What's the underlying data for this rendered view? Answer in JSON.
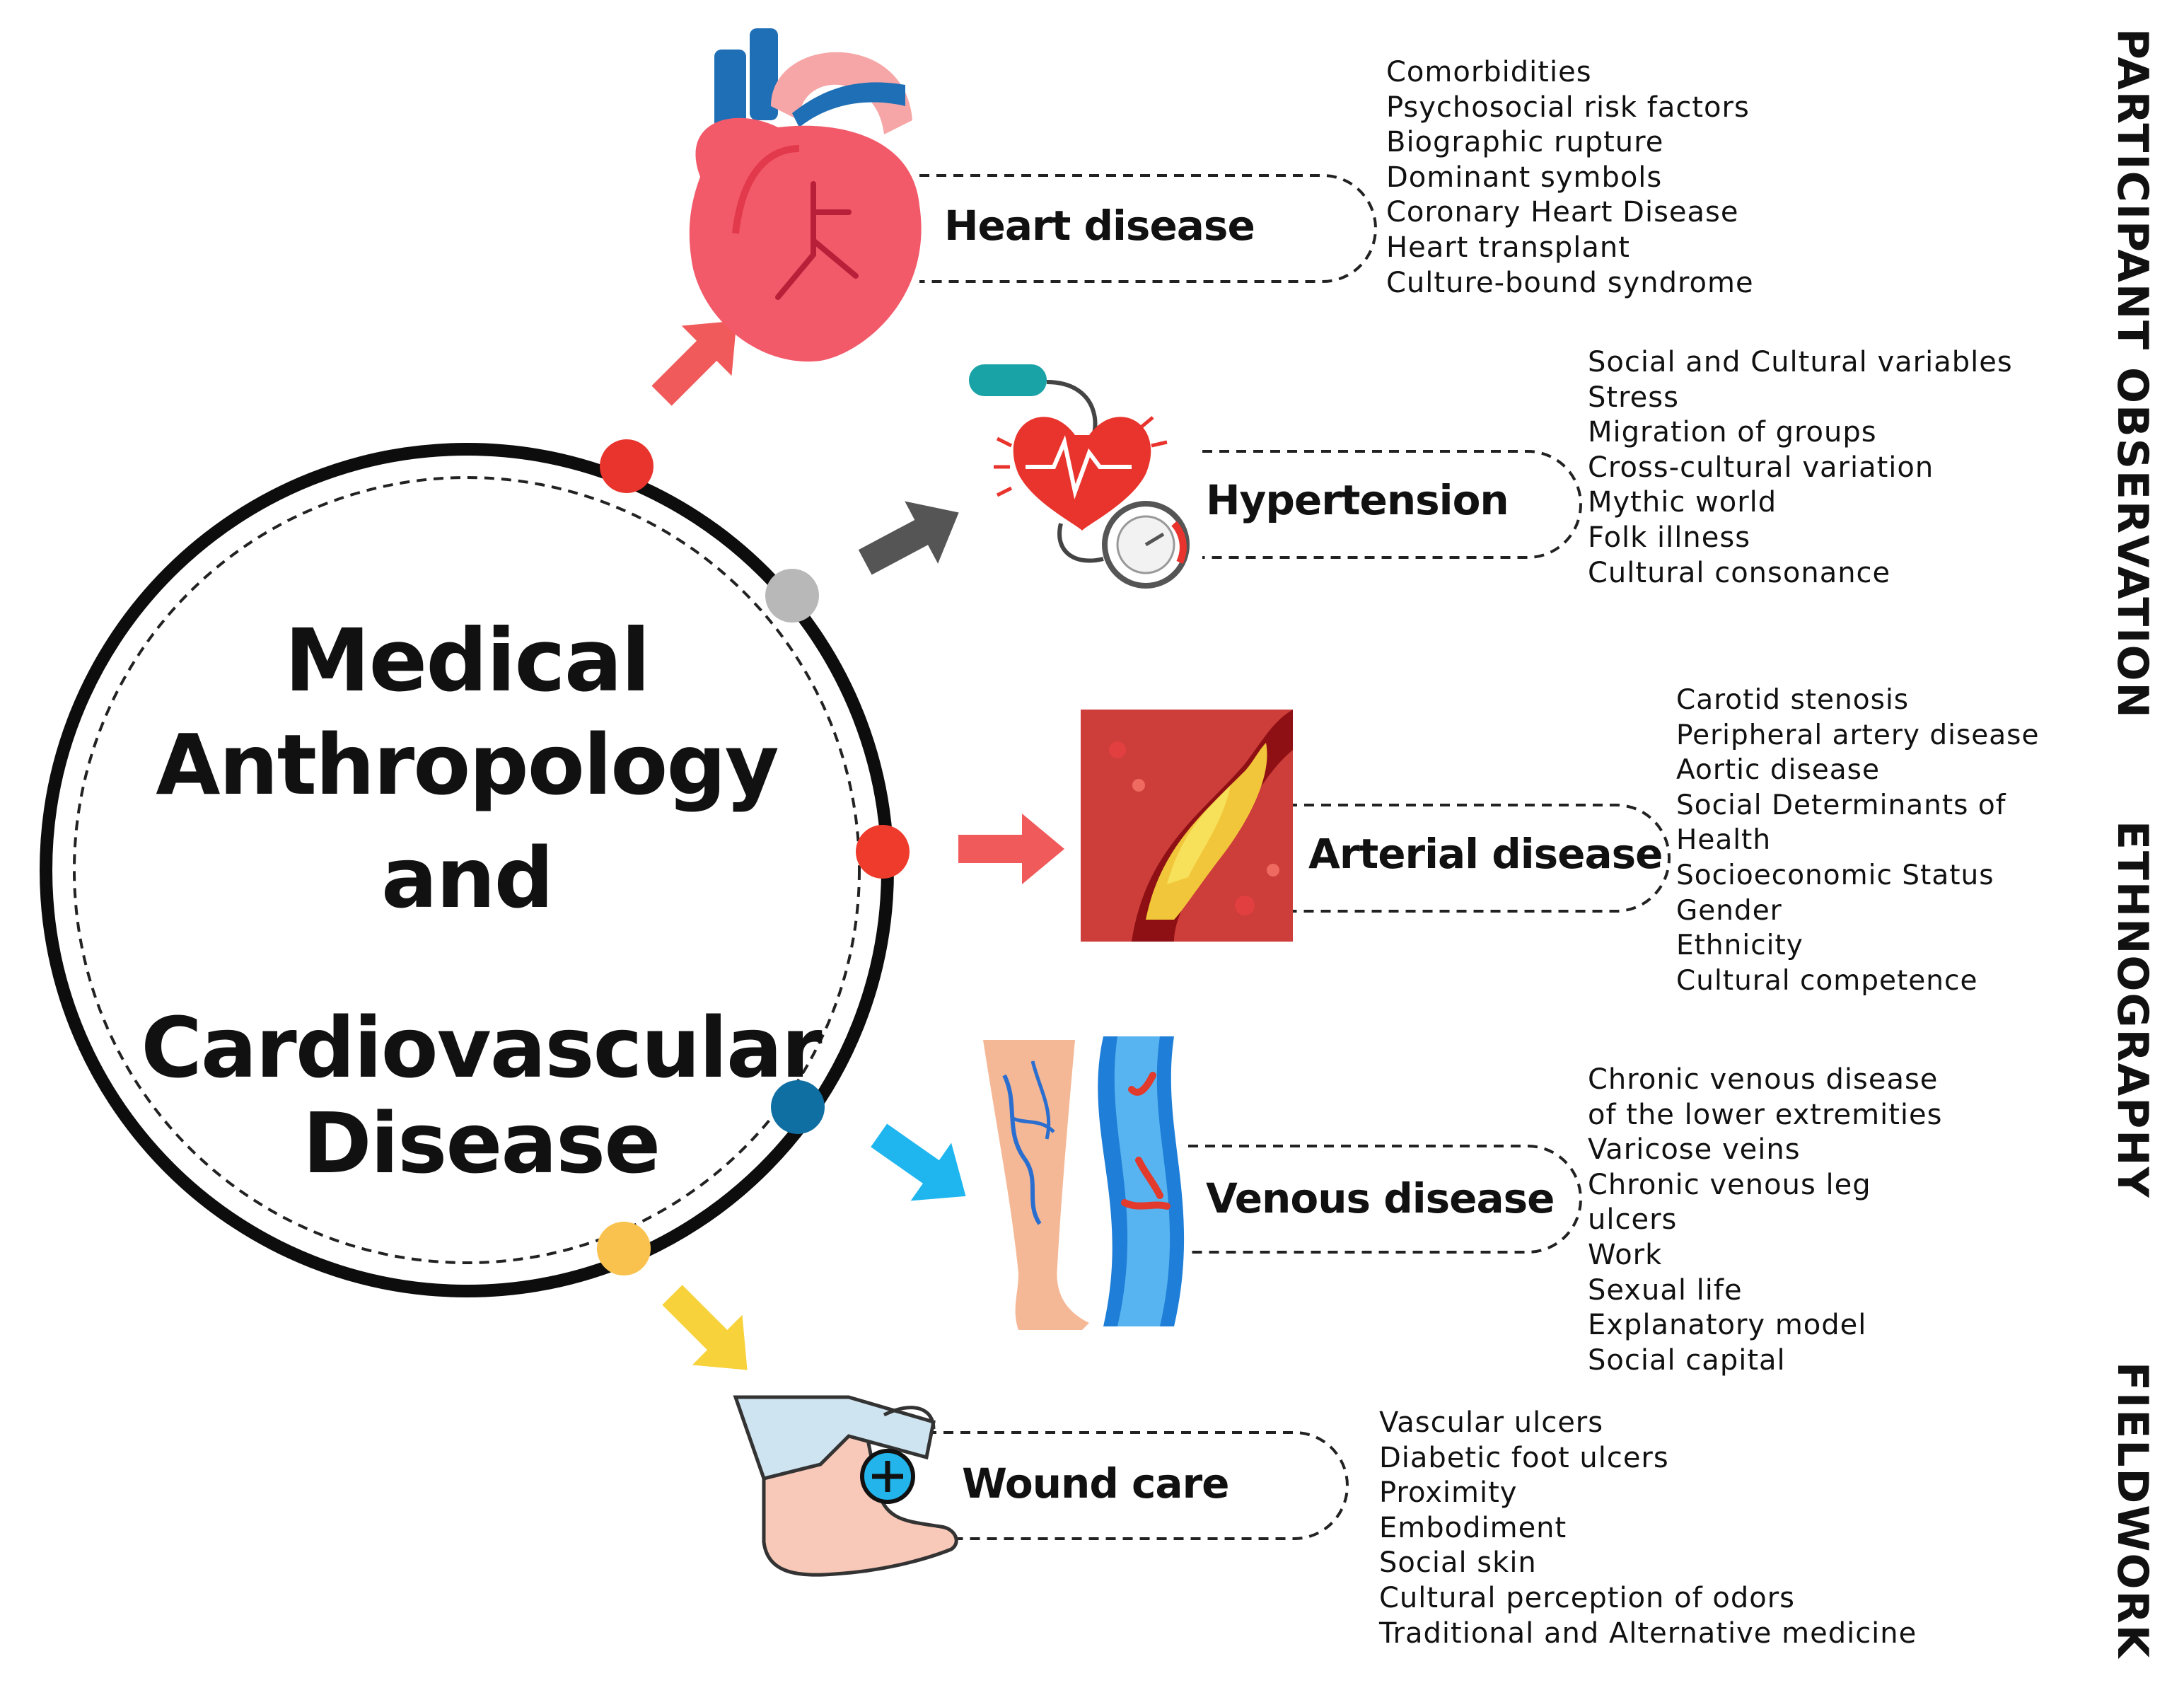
{
  "center": {
    "line1": "Medical",
    "line2": "Anthropology",
    "line3": "and",
    "line4": "Cardiovascular",
    "line5": "Disease"
  },
  "topics": [
    {
      "name": "Heart disease",
      "color": "#f05a5a",
      "icon": "heart-icon",
      "keywords": [
        "Comorbidities",
        "Psychosocial risk factors",
        "Biographic rupture",
        "Dominant symbols",
        "Coronary Heart Disease",
        "Heart transplant",
        "Culture-bound syndrome"
      ]
    },
    {
      "name": "Hypertension",
      "color": "#555555",
      "icon": "blood-pressure-icon",
      "keywords": [
        "Social and Cultural variables",
        "Stress",
        "Migration of groups",
        "Cross-cultural variation",
        "Mythic world",
        "Folk illness",
        "Cultural consonance"
      ]
    },
    {
      "name": "Arterial disease",
      "color": "#f05a5a",
      "icon": "artery-plaque-icon",
      "keywords": [
        "Carotid stenosis",
        "Peripheral artery disease",
        "Aortic disease",
        "Social Determinants of",
        "Health",
        "Socioeconomic Status",
        "Gender",
        "Ethnicity",
        "Cultural competence"
      ]
    },
    {
      "name": "Venous disease",
      "color": "#1fb6f0",
      "icon": "leg-veins-icon",
      "keywords": [
        "Chronic venous disease",
        "of the lower extremities",
        "Varicose veins",
        "Chronic venous leg",
        "ulcers",
        "Work",
        "Sexual life",
        "Explanatory model",
        "Social capital"
      ]
    },
    {
      "name": "Wound care",
      "color": "#f7d23a",
      "icon": "bandaged-foot-icon",
      "keywords": [
        "Vascular ulcers",
        "Diabetic foot ulcers",
        "Proximity",
        "Embodiment",
        "Social skin",
        "Cultural perception of odors",
        "Traditional and Alternative medicine"
      ]
    }
  ],
  "methods": {
    "participant_observation": "PARTICIPANT OBSERVATION",
    "ethnography": "ETHNOGRAPHY",
    "fieldwork": "FIELDWORK"
  },
  "colors": {
    "ring": "#0d0d0d",
    "dot_heart": "#e8342c",
    "dot_hypertension": "#b8b8b8",
    "dot_arterial": "#ee3b2c",
    "dot_venous": "#0f6fa3",
    "dot_wound": "#f9c24e"
  }
}
